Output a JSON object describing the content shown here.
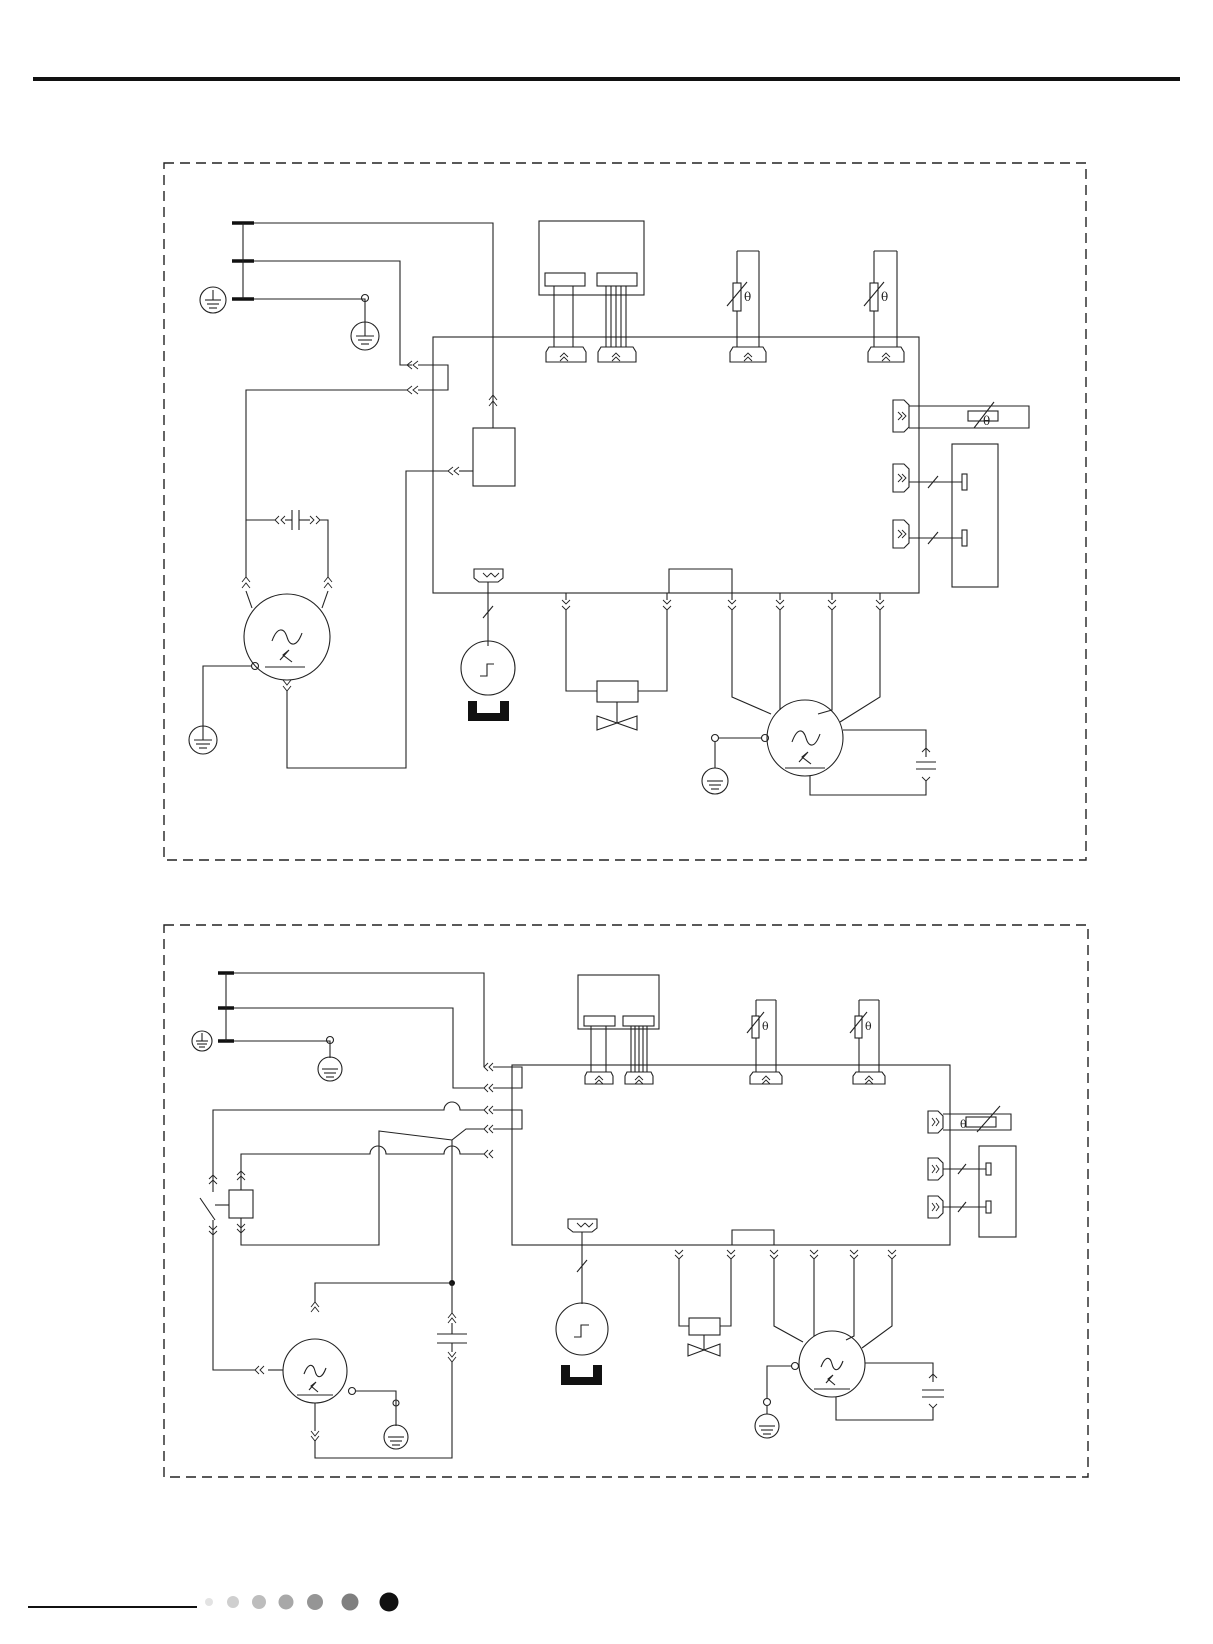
{
  "page": {
    "background": "#ffffff",
    "ink": "#222222"
  },
  "diagrams": [
    {
      "name": "wiring-diagram-1",
      "symbols": [
        "terminal-block",
        "ground-icon",
        "main-board",
        "thermistor-icon",
        "capacitor-icon",
        "fan-motor-icon",
        "swing-motor-icon",
        "valve-icon",
        "compressor-icon"
      ]
    },
    {
      "name": "wiring-diagram-2",
      "symbols": [
        "terminal-block",
        "ground-icon",
        "main-board",
        "thermistor-icon",
        "capacitor-icon",
        "fan-motor-icon",
        "swing-motor-icon",
        "valve-icon",
        "compressor-icon",
        "relay-icon"
      ]
    }
  ],
  "footer": {
    "dot_colors": [
      "#e3e3e3",
      "#cfcfcf",
      "#bdbdbd",
      "#a8a8a8",
      "#959595",
      "#7f7f7f",
      "#111111"
    ]
  }
}
